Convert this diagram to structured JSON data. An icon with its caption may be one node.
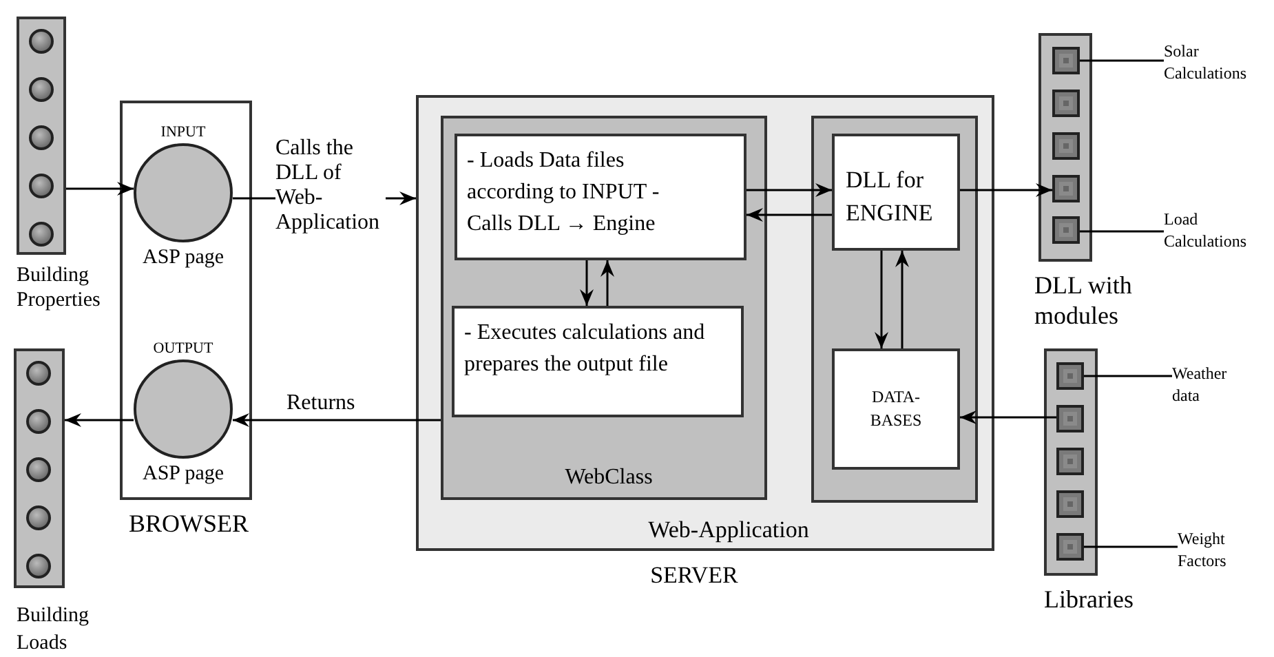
{
  "diagram": {
    "nodes": [
      {
        "text": [
          "Building Properties"
        ]
      },
      {
        "text": [
          "BROWSER"
        ]
      },
      {
        "text": [
          "INPUT",
          "ASP page"
        ],
        "in": 1
      },
      {
        "text": [
          "OUTPUT",
          "ASP page"
        ],
        "in": 1
      },
      {
        "text": [
          "Building Loads"
        ]
      },
      {
        "text": [
          "Web-Application",
          "SERVER"
        ]
      },
      {
        "text": [
          "WebClass"
        ],
        "in": 5
      },
      {
        "text": [
          "- Loads Data files according to INPUT - Calls DLL → Engine"
        ],
        "in": 6
      },
      {
        "text": [
          "- Executes calculations and prepares the output file"
        ],
        "in": 6
      },
      {
        "text": [],
        "shape": "box",
        "in": 5
      },
      {
        "text": [
          "DLL for ENGINE"
        ],
        "in": 9
      },
      {
        "text": [
          "DATA-BASES"
        ],
        "in": 9
      },
      {
        "text": [
          "DLL with modules"
        ]
      },
      {
        "text": [],
        "shape": "box",
        "in": 12
      },
      {
        "text": [],
        "shape": "box",
        "in": 12
      },
      {
        "text": [],
        "shape": "box",
        "in": 12
      },
      {
        "text": [],
        "shape": "box",
        "in": 12
      },
      {
        "text": [],
        "shape": "box",
        "in": 12
      },
      {
        "text": [
          "Libraries"
        ]
      },
      {
        "text": [],
        "shape": "box",
        "in": 18
      },
      {
        "text": [],
        "shape": "box",
        "in": 18
      },
      {
        "text": [],
        "shape": "box",
        "in": 18
      },
      {
        "text": [],
        "shape": "box",
        "in": 18
      },
      {
        "text": [],
        "shape": "box",
        "in": 18
      },
      {
        "text": [
          "Solar Calculations"
        ]
      },
      {
        "text": [
          "Load Calculations"
        ]
      },
      {
        "text": [
          "Weather data"
        ]
      },
      {
        "text": [
          "Weight Factors"
        ]
      }
    ],
    "edges": [
      {
        "from": 0,
        "to": 2,
        "arrow": "to"
      },
      {
        "from": 2,
        "to": 5,
        "arrow": "to",
        "label": "Calls the DLL of Web-Application"
      },
      {
        "from": 6,
        "to": 3,
        "arrow": "to",
        "label": "Returns"
      },
      {
        "from": 3,
        "to": 4,
        "arrow": "to"
      },
      {
        "from": 7,
        "to": 10,
        "arrow": "to"
      },
      {
        "from": 10,
        "to": 7,
        "arrow": "to"
      },
      {
        "from": 7,
        "to": 8,
        "arrow": "to"
      },
      {
        "from": 8,
        "to": 7,
        "arrow": "to"
      },
      {
        "from": 10,
        "to": 11,
        "arrow": "to"
      },
      {
        "from": 11,
        "to": 10,
        "arrow": "to"
      },
      {
        "from": 10,
        "to": 16,
        "arrow": "to"
      },
      {
        "from": 20,
        "to": 11,
        "arrow": "to"
      },
      {
        "from": 24,
        "to": 13,
        "arrow": "none"
      },
      {
        "from": 25,
        "to": 17,
        "arrow": "none"
      },
      {
        "from": 26,
        "to": 19,
        "arrow": "none"
      },
      {
        "from": 27,
        "to": 23,
        "arrow": "none"
      }
    ]
  }
}
